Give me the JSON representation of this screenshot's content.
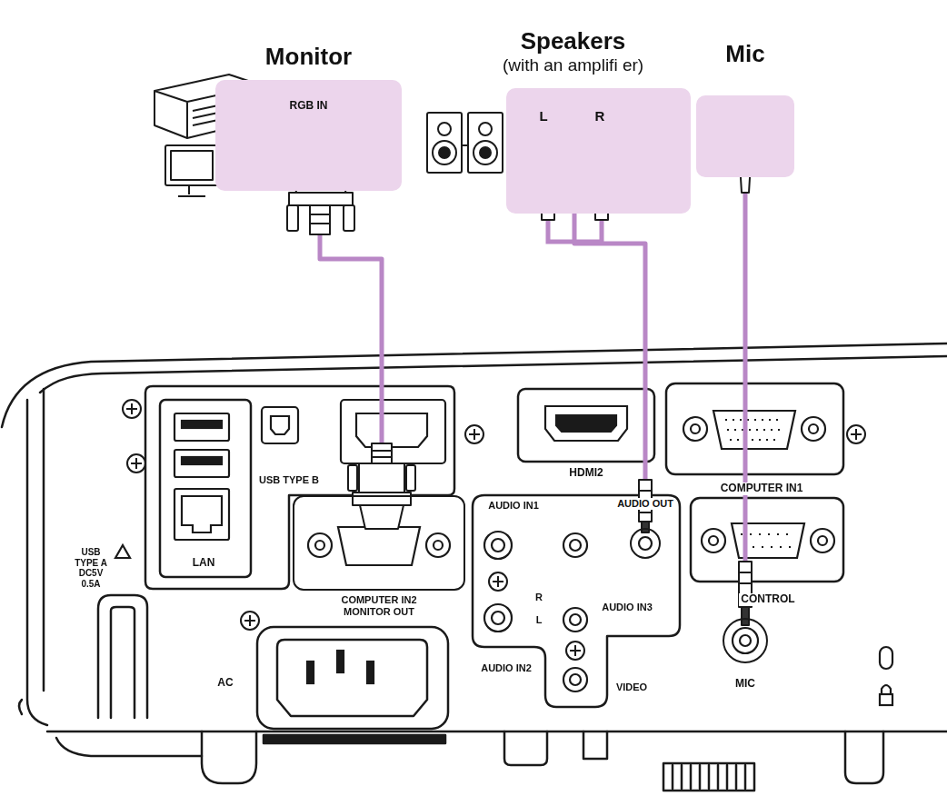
{
  "diagram": {
    "nodes": [
      {
        "text": [
          "Monitor",
          "RGB IN"
        ]
      },
      {
        "text": [
          "Speakers",
          "(with an amplifi er)"
        ]
      },
      {
        "text": [
          "Mic"
        ]
      },
      {
        "text": [
          "COMPUTER IN2 MONITOR OUT"
        ]
      },
      {
        "text": [
          "AUDIO OUT"
        ]
      },
      {
        "text": [
          "MIC"
        ]
      }
    ],
    "edges": [
      {
        "from": 0,
        "to": 3,
        "arrow": "none"
      },
      {
        "from": 1,
        "to": 4,
        "arrow": "none"
      },
      {
        "from": 2,
        "to": 5,
        "arrow": "none"
      }
    ],
    "labels": [
      "L",
      "R",
      "USB TYPE A DC5V 0.5A",
      "USB TYPE B",
      "HDMI2",
      "COMPUTER IN1",
      "AUDIO IN1",
      "LAN",
      "CONTROL",
      "R",
      "AUDIO IN3",
      "L",
      "AC",
      "AUDIO IN2",
      "VIDEO"
    ]
  }
}
